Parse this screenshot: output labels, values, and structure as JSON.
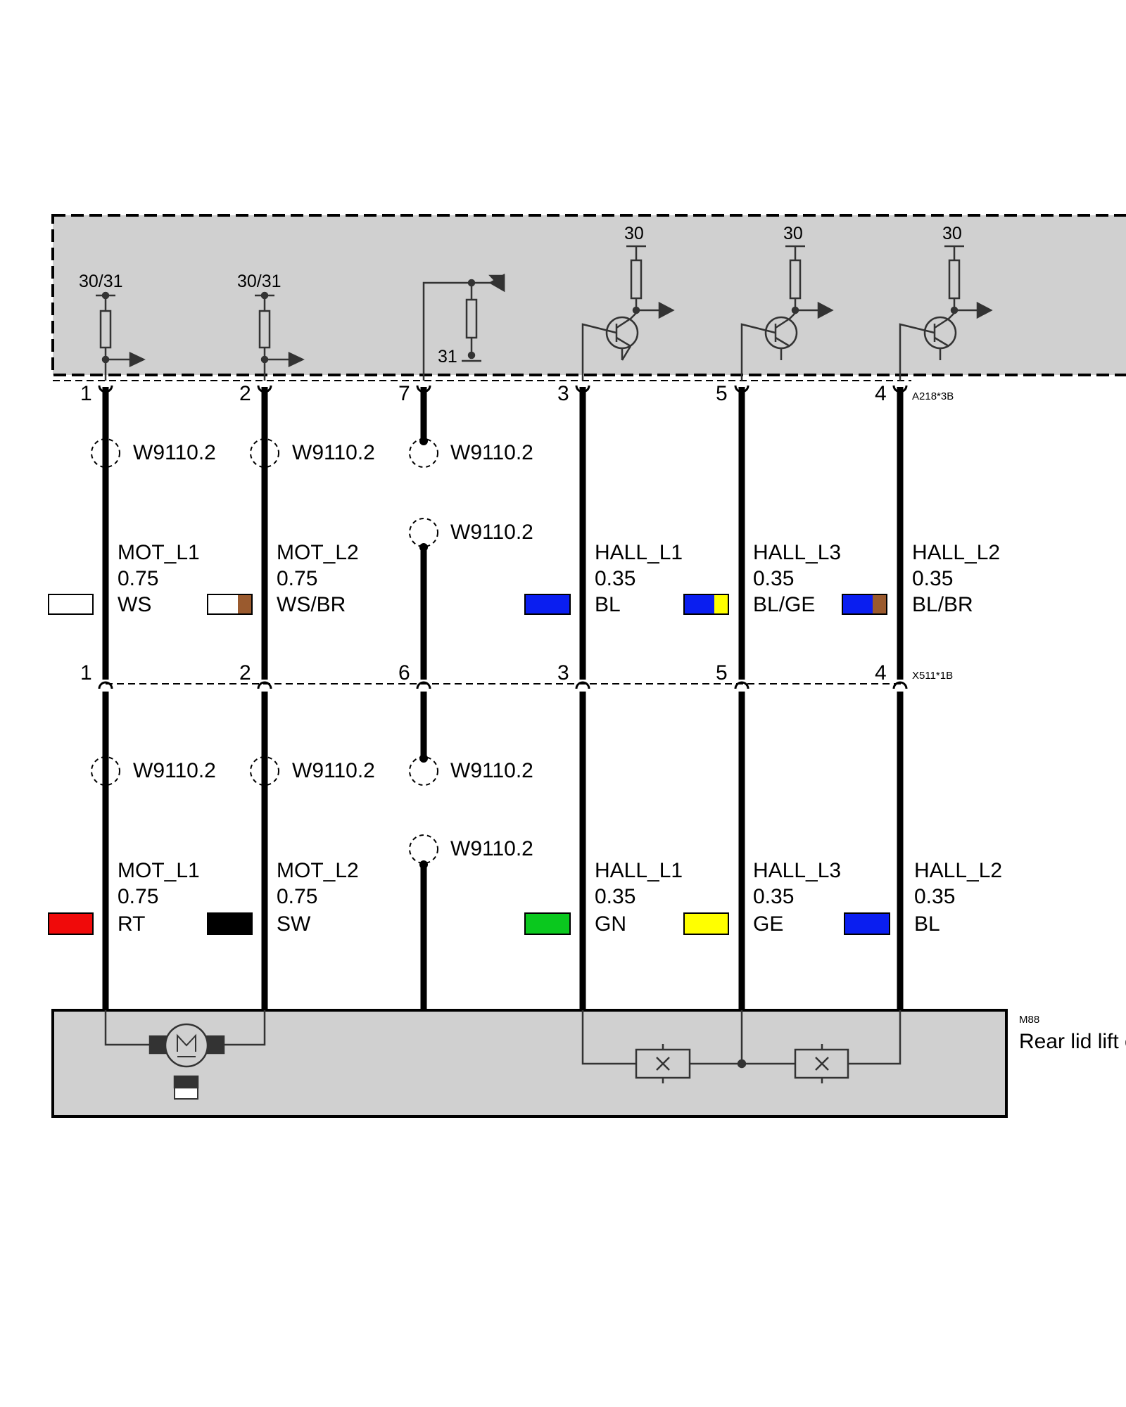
{
  "top_module": {
    "supply_labels": [
      "30/31",
      "30/31",
      "31",
      "30",
      "30",
      "30"
    ],
    "connector_id": "A218*3B",
    "pin_numbers": [
      "1",
      "2",
      "7",
      "3",
      "5",
      "4"
    ]
  },
  "mid_connector": {
    "connector_id": "X511*1B",
    "pin_numbers": [
      "1",
      "2",
      "6",
      "3",
      "5",
      "4"
    ]
  },
  "upper_segment": {
    "wires": [
      {
        "signal": "MOT_L1",
        "gauge": "0.75",
        "color_code": "WS",
        "colors": [
          "#ffffff"
        ]
      },
      {
        "signal": "MOT_L2",
        "gauge": "0.75",
        "color_code": "WS/BR",
        "colors": [
          "#ffffff",
          "#9a5a2e"
        ]
      },
      {
        "signal": "",
        "gauge": "",
        "color_code": "",
        "colors": []
      },
      {
        "signal": "HALL_L1",
        "gauge": "0.35",
        "color_code": "BL",
        "colors": [
          "#0a1ef0"
        ]
      },
      {
        "signal": "HALL_L3",
        "gauge": "0.35",
        "color_code": "BL/GE",
        "colors": [
          "#0a1ef0",
          "#ffff00"
        ]
      },
      {
        "signal": "HALL_L2",
        "gauge": "0.35",
        "color_code": "BL/BR",
        "colors": [
          "#0a1ef0",
          "#9a5a2e"
        ]
      }
    ],
    "shield_labels_row1": [
      "W9110.2",
      "W9110.2",
      "W9110.2"
    ],
    "shield_label_row2": "W9110.2"
  },
  "lower_segment": {
    "wires": [
      {
        "signal": "MOT_L1",
        "gauge": "0.75",
        "color_code": "RT",
        "colors": [
          "#f00a0a"
        ]
      },
      {
        "signal": "MOT_L2",
        "gauge": "0.75",
        "color_code": "SW",
        "colors": [
          "#000000"
        ]
      },
      {
        "signal": "",
        "gauge": "",
        "color_code": "",
        "colors": []
      },
      {
        "signal": "HALL_L1",
        "gauge": "0.35",
        "color_code": "GN",
        "colors": [
          "#0ac81e"
        ]
      },
      {
        "signal": "HALL_L3",
        "gauge": "0.35",
        "color_code": "GE",
        "colors": [
          "#ffff00"
        ]
      },
      {
        "signal": "HALL_L2",
        "gauge": "0.35",
        "color_code": "BL",
        "colors": [
          "#0a1ef0"
        ]
      }
    ],
    "shield_labels_row1": [
      "W9110.2",
      "W9110.2",
      "W9110.2"
    ],
    "shield_label_row2": "W9110.2"
  },
  "bottom_component": {
    "id": "M88",
    "name": "Rear lid lift c"
  },
  "colors": {
    "module_fill": "#d0d0d0",
    "wire": "#000000",
    "symbol": "#333333"
  }
}
